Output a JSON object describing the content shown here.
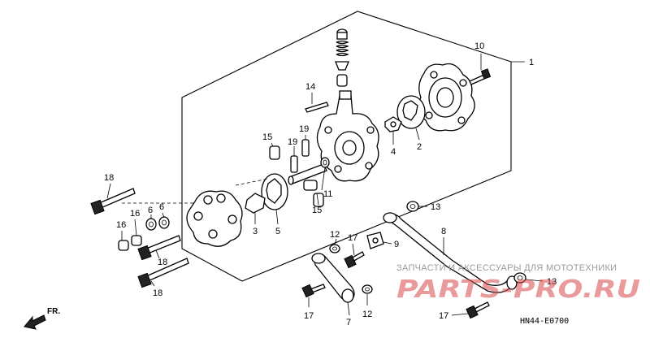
{
  "callouts": [
    {
      "id": "c1",
      "label": "1"
    },
    {
      "id": "c2",
      "label": "2"
    },
    {
      "id": "c3",
      "label": "3"
    },
    {
      "id": "c4",
      "label": "4"
    },
    {
      "id": "c5",
      "label": "5"
    },
    {
      "id": "c6a",
      "label": "6"
    },
    {
      "id": "c6b",
      "label": "6"
    },
    {
      "id": "c7",
      "label": "7"
    },
    {
      "id": "c8",
      "label": "8"
    },
    {
      "id": "c9",
      "label": "9"
    },
    {
      "id": "c10",
      "label": "10"
    },
    {
      "id": "c11",
      "label": "11"
    },
    {
      "id": "c12a",
      "label": "12"
    },
    {
      "id": "c12b",
      "label": "12"
    },
    {
      "id": "c13a",
      "label": "13"
    },
    {
      "id": "c13b",
      "label": "13"
    },
    {
      "id": "c14",
      "label": "14"
    },
    {
      "id": "c15a",
      "label": "15"
    },
    {
      "id": "c15b",
      "label": "15"
    },
    {
      "id": "c16a",
      "label": "16"
    },
    {
      "id": "c16b",
      "label": "16"
    },
    {
      "id": "c17a",
      "label": "17"
    },
    {
      "id": "c17b",
      "label": "17"
    },
    {
      "id": "c17c",
      "label": "17"
    },
    {
      "id": "c18a",
      "label": "18"
    },
    {
      "id": "c18b",
      "label": "18"
    },
    {
      "id": "c18c",
      "label": "18"
    },
    {
      "id": "c19a",
      "label": "19"
    },
    {
      "id": "c19b",
      "label": "19"
    }
  ],
  "diagram_code": "HN44-E0700",
  "direction_label": "FR.",
  "watermark": {
    "tagline": "ЗАПЧАСТИ И АКСЕССУАРЫ ДЛЯ МОТОТЕХНИКИ",
    "logo": "PARTS-PRO.RU"
  }
}
